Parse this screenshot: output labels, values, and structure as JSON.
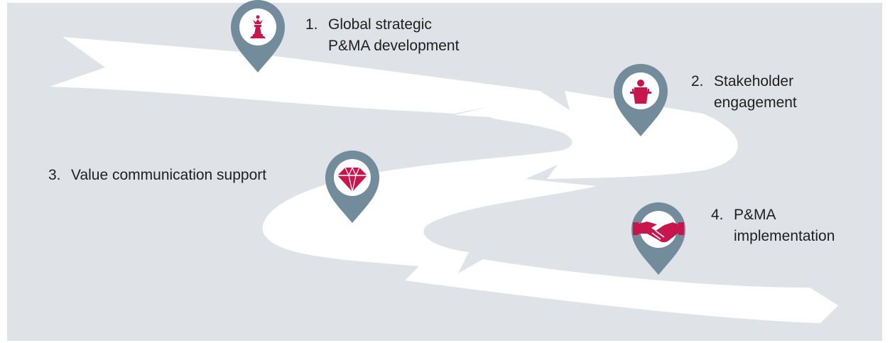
{
  "colors": {
    "background": "#dfe2e7",
    "road": "#ffffff",
    "pin": "#738c9b",
    "icon": "#c6164d"
  },
  "steps": [
    {
      "number": "1.",
      "line1": "Global strategic",
      "line2": "P&MA development",
      "icon": "chess-queen-icon"
    },
    {
      "number": "2.",
      "line1": "Stakeholder",
      "line2": "engagement",
      "icon": "speaker-podium-icon"
    },
    {
      "number": "3.",
      "line1": "Value communication support",
      "line2": "",
      "icon": "diamond-icon"
    },
    {
      "number": "4.",
      "line1": "P&MA",
      "line2": "implementation",
      "icon": "handshake-icon"
    }
  ]
}
